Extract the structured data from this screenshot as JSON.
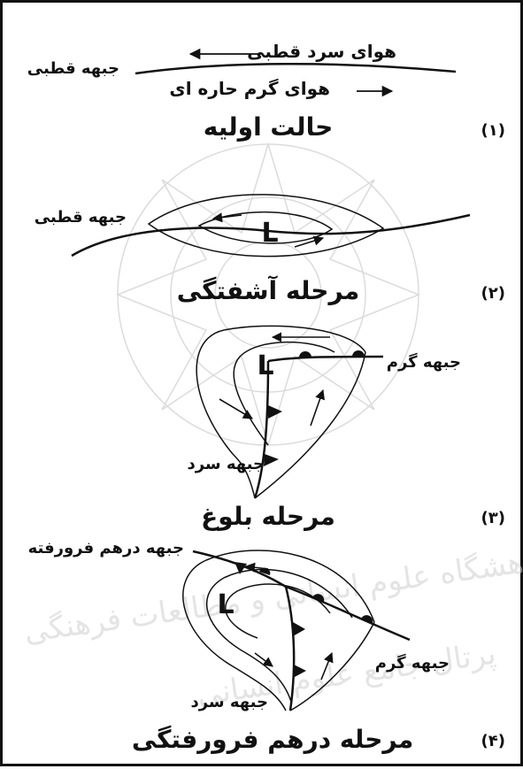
{
  "stages": [
    {
      "number": "(۱)",
      "title": "حالت اولیه",
      "labels": {
        "cold_air": "هوای سرد قطبی",
        "polar_front": "جبهه قطبی",
        "warm_air": "هوای گرم حاره ای"
      }
    },
    {
      "number": "(۲)",
      "title": "مرحله آشفتگی",
      "labels": {
        "polar_front": "جبهه قطبی",
        "low": "L"
      }
    },
    {
      "number": "(۳)",
      "title": "مرحله بلوغ",
      "labels": {
        "warm_front": "جبهه گرم",
        "cold_front": "جبهه سرد",
        "low": "L"
      }
    },
    {
      "number": "(۴)",
      "title": "مرحله درهم فرورفتگی",
      "labels": {
        "occluded_front": "جبهه درهم فرورفته",
        "warm_front": "جبهه گرم",
        "cold_front": "جبهه سرد",
        "low": "L"
      }
    }
  ],
  "watermark": {
    "line1": "پژوهشگاه علوم انسانی و مطالعات فرهنگی",
    "line2": "پرتال جامع علوم انسانی"
  },
  "colors": {
    "ink": "#111111",
    "watermark": "#d0d0d0",
    "background": "#ffffff"
  }
}
